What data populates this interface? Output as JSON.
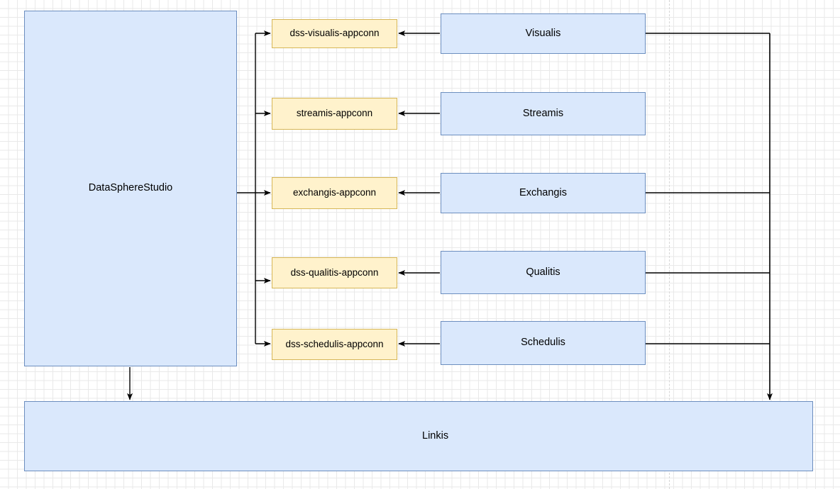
{
  "diagram": {
    "title": "DataSphereStudio AppConn Architecture",
    "colors": {
      "blue_fill": "#dae8fc",
      "blue_stroke": "#6c8ebf",
      "yellow_fill": "#fff2cc",
      "yellow_stroke": "#d6b656",
      "edge_stroke": "#000000",
      "grid_minor": "#e9e9e9",
      "grid_major": "#d0d0d0",
      "page_break": "#d6d6d6",
      "canvas_bg": "#ffffff"
    }
  },
  "nodes": {
    "platform": {
      "label": "DataSphereStudio",
      "kind": "blue"
    },
    "engine": {
      "label": "Linkis",
      "kind": "blue"
    },
    "appconns": [
      {
        "label": "dss-visualis-appconn",
        "kind": "yellow"
      },
      {
        "label": "streamis-appconn",
        "kind": "yellow"
      },
      {
        "label": "exchangis-appconn",
        "kind": "yellow"
      },
      {
        "label": "dss-qualitis-appconn",
        "kind": "yellow"
      },
      {
        "label": "dss-schedulis-appconn",
        "kind": "yellow"
      }
    ],
    "apps": [
      {
        "label": "Visualis",
        "kind": "blue"
      },
      {
        "label": "Streamis",
        "kind": "blue"
      },
      {
        "label": "Exchangis",
        "kind": "blue"
      },
      {
        "label": "Qualitis",
        "kind": "blue"
      },
      {
        "label": "Schedulis",
        "kind": "blue"
      }
    ]
  },
  "edges": [
    {
      "from": "DataSphereStudio",
      "to": "dss-visualis-appconn",
      "arrow": "to"
    },
    {
      "from": "DataSphereStudio",
      "to": "streamis-appconn",
      "arrow": "to"
    },
    {
      "from": "DataSphereStudio",
      "to": "exchangis-appconn",
      "arrow": "to"
    },
    {
      "from": "DataSphereStudio",
      "to": "dss-qualitis-appconn",
      "arrow": "to"
    },
    {
      "from": "DataSphereStudio",
      "to": "dss-schedulis-appconn",
      "arrow": "to"
    },
    {
      "from": "Visualis",
      "to": "dss-visualis-appconn",
      "arrow": "to"
    },
    {
      "from": "Streamis",
      "to": "streamis-appconn",
      "arrow": "to"
    },
    {
      "from": "Exchangis",
      "to": "exchangis-appconn",
      "arrow": "to"
    },
    {
      "from": "Qualitis",
      "to": "dss-qualitis-appconn",
      "arrow": "to"
    },
    {
      "from": "Schedulis",
      "to": "dss-schedulis-appconn",
      "arrow": "to"
    },
    {
      "from": "DataSphereStudio",
      "to": "Linkis",
      "arrow": "to"
    },
    {
      "from": "Visualis",
      "to": "Linkis",
      "arrow": "to"
    },
    {
      "from": "Exchangis",
      "to": "Linkis",
      "arrow": "to"
    },
    {
      "from": "Qualitis",
      "to": "Linkis",
      "arrow": "to"
    },
    {
      "from": "Schedulis",
      "to": "Linkis",
      "arrow": "to"
    }
  ]
}
